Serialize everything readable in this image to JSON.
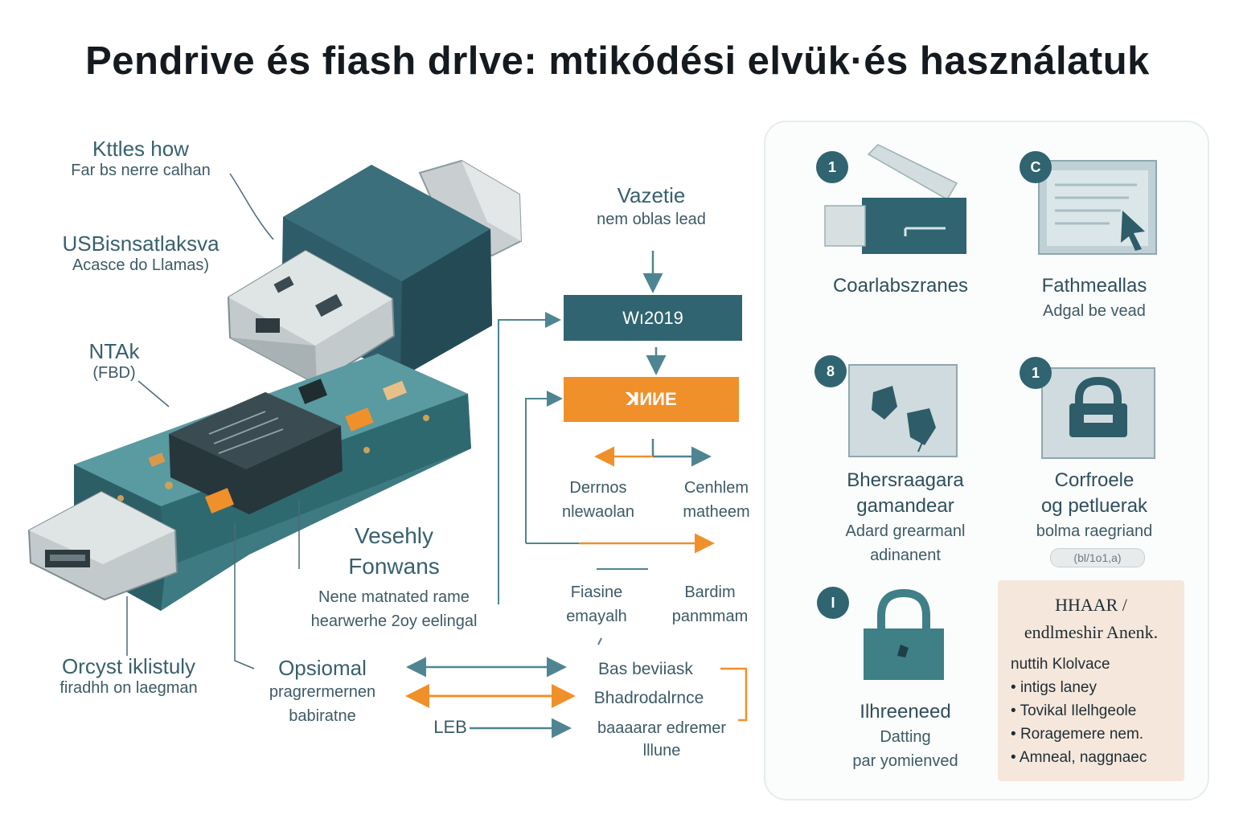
{
  "title": "Pendrive és fiash drlve: mtikódési elvük·és használatuk",
  "left_labels": {
    "top_heading": "Kttles how",
    "top_sub": "Far bs  nerre calhan",
    "usb_heading": "USBisnsatlaksva",
    "usb_sub": "Acasce do Llamas)",
    "ntak_heading": "NTAk",
    "ntak_sub": "(FBD)",
    "orcyst_heading": "Orcyst iklistuly",
    "orcyst_sub": "firadhh  on laegman",
    "vesehly_line1": "Vesehly",
    "vesehly_line2": "Fonwans",
    "vesehly_sub1": "Nene  matnated rame",
    "vesehly_sub2": "hearwerhe  2oy eelingal",
    "opsiomal_heading": "Opsiomal",
    "opsiomal_sub1": "pragrermernen",
    "opsiomal_sub2": "babiratne",
    "leb": "LEB"
  },
  "flow": {
    "top_heading": "Vazetie",
    "top_sub": "nem oblas  lead",
    "box_dark": "Wı2019",
    "box_orange": "ꓘИИE",
    "split_left_1": "Derrnos",
    "split_left_2": "nlewaolan",
    "split_right_1": "Cenhlem",
    "split_right_2": "matheem",
    "mid_left_1": "Fiasine",
    "mid_left_2": "emayalh",
    "mid_right_1": "Bardim",
    "mid_right_2": "panmmam",
    "row1": "Bas beviiask",
    "row2": "Bhadrodalrnce",
    "row3_1": "baaaarar edremer",
    "row3_2": "lllune"
  },
  "panel": {
    "cells": [
      {
        "badge": "1",
        "title": "Coarlabszranes",
        "sub": ""
      },
      {
        "badge": "C",
        "title": "Fathmeallas",
        "sub": "Adgal be vead"
      },
      {
        "badge": "8",
        "title": "Bhersraagara",
        "title2": "gamandear",
        "sub": "Adard grearmanl",
        "sub2": "adinanent"
      },
      {
        "badge": "1",
        "title": "Corfroele",
        "title2": "og petluerak",
        "sub": "bolma raegriand",
        "pill": "(bl/1o1,a)"
      },
      {
        "badge": "I",
        "title": "Ilhreeneed",
        "sub": "Datting",
        "sub2": "par yomienved"
      }
    ],
    "note": {
      "title_1": "HHAAR /",
      "title_2": "endlmeshir Anenk.",
      "items": [
        "nuttih Klolvace",
        "intigs laney",
        "Tovikal Ilelhgeole",
        "Roragemere nem.",
        "Amneal, naggnaec"
      ]
    }
  },
  "colors": {
    "teal_dark": "#2f6470",
    "teal_board": "#3f7f86",
    "orange": "#f0902b",
    "arrow_teal": "#4f8592",
    "text": "#2c4a57"
  }
}
